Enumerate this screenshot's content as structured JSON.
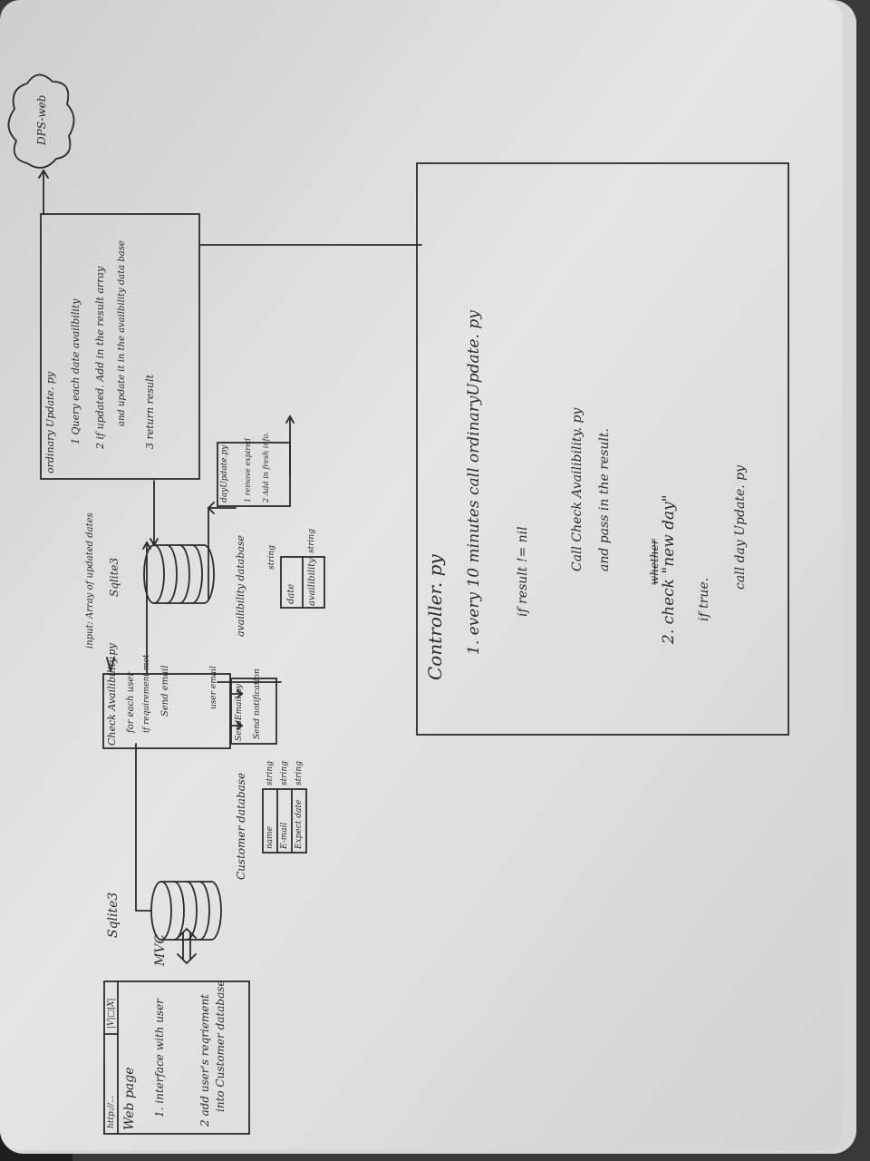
{
  "webpage": {
    "url": "http://...",
    "window_buttons": "|V|□|X|",
    "title": "Web page",
    "item1": "1. interface with user",
    "item2_line1": "2 add user's reqriement",
    "item2_line2": "into Customer database"
  },
  "mvc_label": "MVC",
  "customer_db": {
    "engine": "Sqlite3",
    "name": "Customer database",
    "fields": [
      {
        "name": "name",
        "type": "string"
      },
      {
        "name": "E-mail",
        "type": "string"
      },
      {
        "name": "Expect date",
        "type": "string"
      }
    ]
  },
  "check_availability": {
    "input_note": "input: Array of updated dates",
    "title": "Check Availibility.py",
    "line1": "for each user",
    "line2": "if requirement met",
    "line3": "Send email",
    "user_email_label": "user email"
  },
  "send_email": {
    "title": "SendEmail.py",
    "line1": "Send notification"
  },
  "availability_db": {
    "engine": "Sqlite3",
    "name": "availibility database",
    "fields": [
      {
        "name": "date",
        "type": "string"
      },
      {
        "name": "availibility",
        "type": "string"
      }
    ]
  },
  "day_update": {
    "title": "dayUpdate.py",
    "line1": "1 remove expired",
    "line2": "2 Add in fresh info."
  },
  "ordinary_update": {
    "title": "ordinary Update. py",
    "line1": "1  Query each date availbility",
    "line2": "2  if updated. Add in the result array",
    "line3": "and update it in the availbility data base",
    "line4": "3  return result"
  },
  "dps_web": "DPS-web",
  "controller": {
    "title": "Controller. py",
    "step1": "1. every 10 minutes  call  ordinaryUpdate. py",
    "step1_cond": "if result != nil",
    "step1_a": "Call  Check Availibility. py",
    "step1_b": "and  pass in the result.",
    "step2": "2.  check  \"new day\"",
    "step2_struck": "whether",
    "step2_cond": "if true.",
    "step2_a": "call  day Update. py"
  }
}
